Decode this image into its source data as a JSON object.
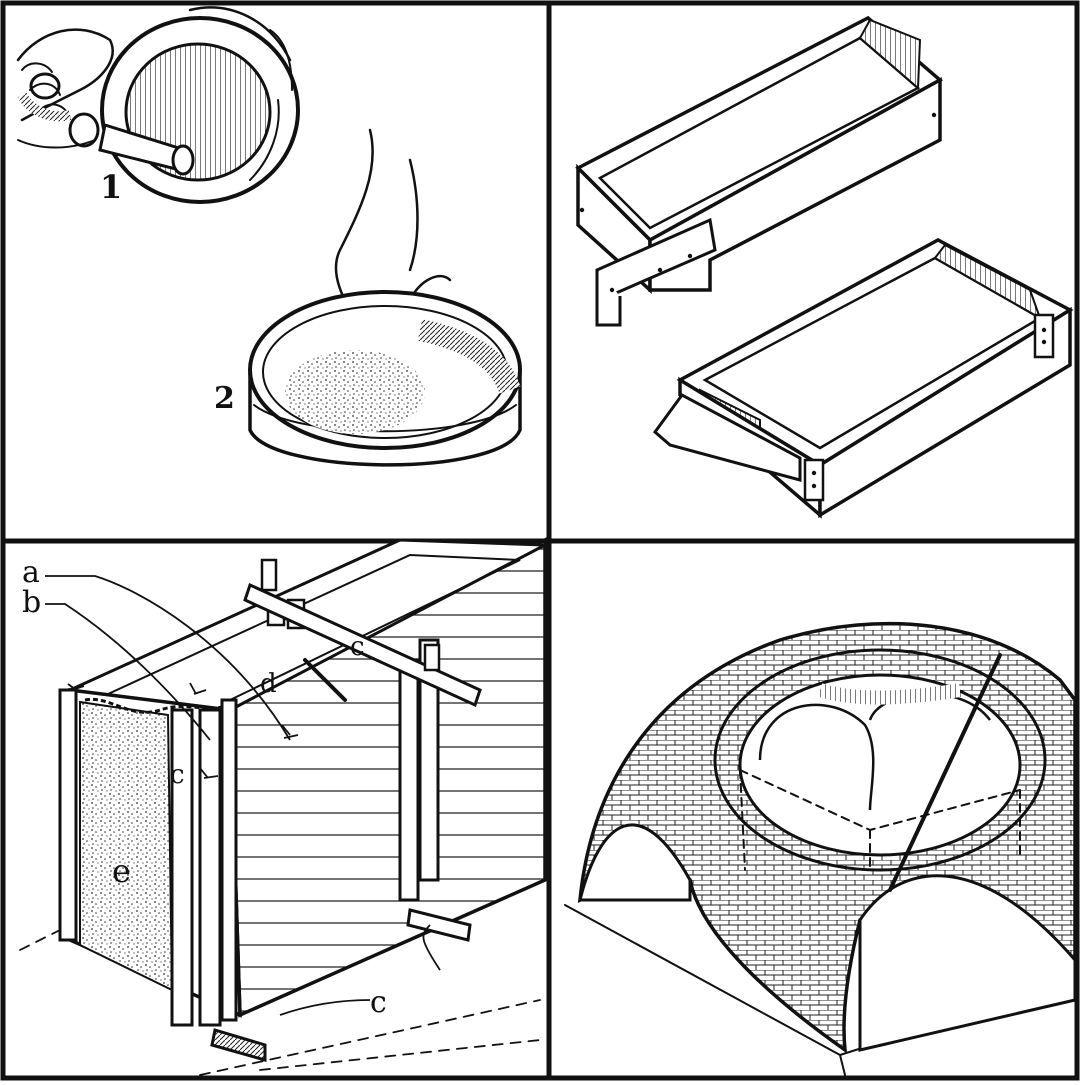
{
  "panels": {
    "grinding_sieving": {
      "step1_label": "1",
      "step2_label": "2"
    },
    "brick_moulds": {},
    "rammed_earth_formwork": {
      "labels": {
        "a": "a",
        "b": "b",
        "c_top": "c",
        "c_middle": "c",
        "c_bottom": "c",
        "d": "d",
        "e": "e"
      }
    },
    "brick_dome": {}
  }
}
